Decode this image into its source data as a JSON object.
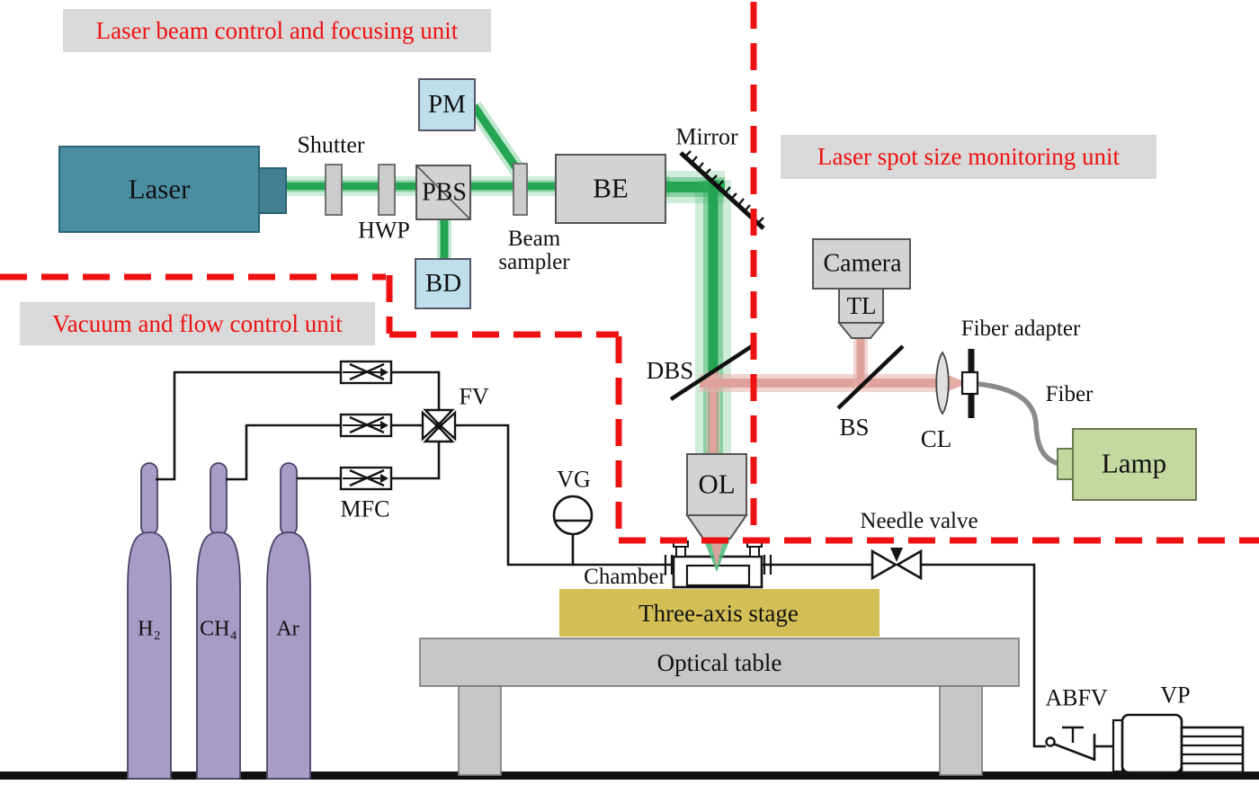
{
  "figure": {
    "units": {
      "laser_control": "Laser beam control and focusing unit",
      "spot_monitoring": "Laser spot size monitoring unit",
      "vacuum_flow": "Vacuum and flow control unit"
    },
    "components": {
      "laser": "Laser",
      "shutter": "Shutter",
      "hwp": "HWP",
      "pbs": "PBS",
      "pm": "PM",
      "bd": "BD",
      "beam_sampler": "Beam sampler",
      "be": "BE",
      "mirror": "Mirror",
      "dbs": "DBS",
      "camera": "Camera",
      "tl": "TL",
      "bs": "BS",
      "cl": "CL",
      "fiber_adapter": "Fiber adapter",
      "fiber": "Fiber",
      "lamp": "Lamp",
      "ol": "OL",
      "vg": "VG",
      "fv": "FV",
      "mfc": "MFC",
      "chamber": "Chamber",
      "three_axis_stage": "Three-axis stage",
      "optical_table": "Optical table",
      "needle_valve": "Needle valve",
      "abfv": "ABFV",
      "vp": "VP"
    },
    "gases": [
      {
        "label": "H₂"
      },
      {
        "label": "CH₄"
      },
      {
        "label": "Ar"
      }
    ],
    "colors": {
      "boundary_red": "#ee1111",
      "unit_label_bg": "#d9d9d9",
      "laser_beam_green": "#23a553",
      "illumination_beam_pink": "#dfa39c",
      "laser_box_teal": "#4c8ea1",
      "detector_blue": "#bedfeb",
      "lamp_green": "#c5d8a0",
      "stage_yellow": "#d3bf55",
      "cylinder_purple": "#a89bc6",
      "component_gray": "#d3d3d3"
    }
  }
}
